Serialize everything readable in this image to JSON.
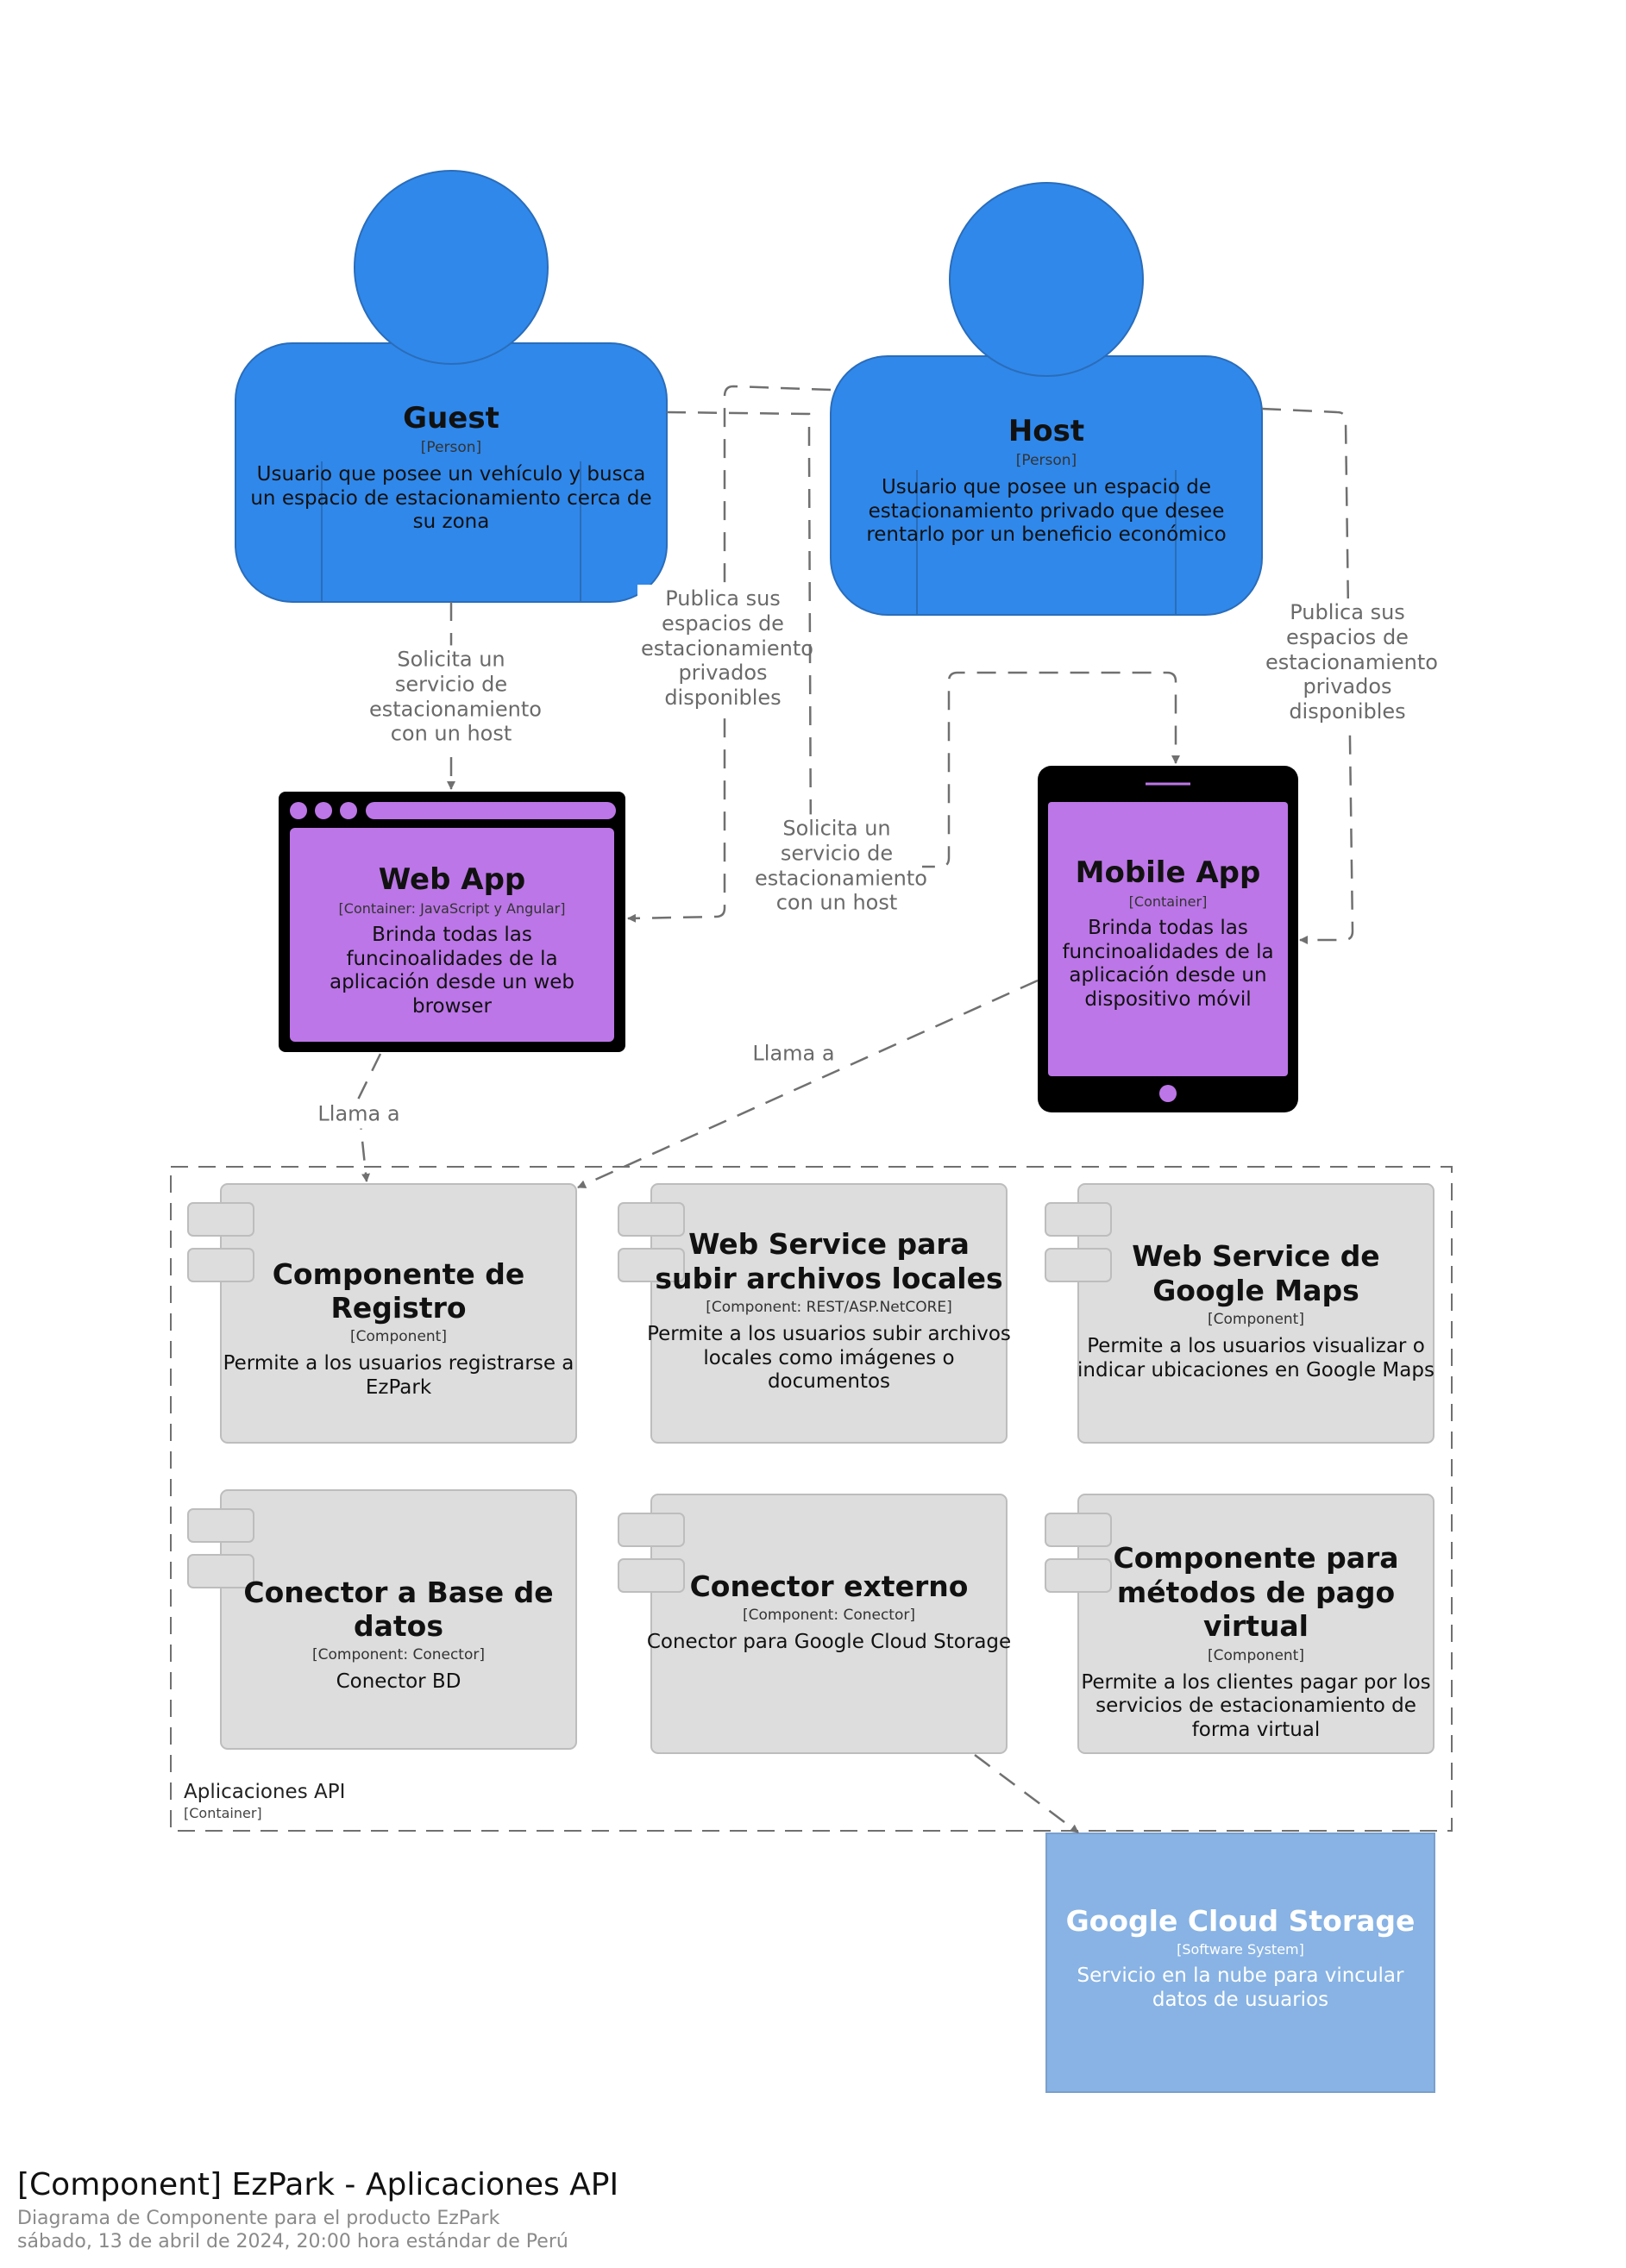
{
  "people": {
    "guest": {
      "name": "Guest",
      "type": "[Person]",
      "description": "Usuario que posee un vehículo y busca un espacio de estacionamiento cerca de su zona"
    },
    "host": {
      "name": "Host",
      "type": "[Person]",
      "description": "Usuario que posee un espacio de estacionamiento privado que desee rentarlo por un beneficio económico"
    }
  },
  "containers": {
    "web_app": {
      "name": "Web App",
      "type": "[Container: JavaScript y Angular]",
      "description": "Brinda todas las funcinoalidades de la aplicación desde un web browser"
    },
    "mobile_app": {
      "name": "Mobile App",
      "type": "[Container]",
      "description": "Brinda todas las funcinoalidades de la aplicación desde un dispositivo móvil"
    }
  },
  "boundary": {
    "name": "Aplicaciones API",
    "type": "[Container]"
  },
  "components": [
    {
      "name": "Componente de Registro",
      "type": "[Component]",
      "description": "Permite a los usuarios registrarse a EzPark"
    },
    {
      "name": "Web Service para subir archivos locales",
      "type": "[Component: REST/ASP.NetCORE]",
      "description": "Permite a los usuarios subir archivos locales como imágenes o documentos"
    },
    {
      "name": "Web Service de Google Maps",
      "type": "[Component]",
      "description": "Permite a los usuarios visualizar o indicar ubicaciones en Google Maps"
    },
    {
      "name": "Conector a Base de datos",
      "type": "[Component: Conector]",
      "description": "Conector BD"
    },
    {
      "name": "Conector externo",
      "type": "[Component: Conector]",
      "description": "Conector para Google Cloud Storage"
    },
    {
      "name": "Componente para métodos de pago virtual",
      "type": "[Component]",
      "description": "Permite a los clientes pagar por los servicios de estacionamiento de forma virtual"
    }
  ],
  "external": {
    "gcs": {
      "name": "Google Cloud Storage",
      "type": "[Software System]",
      "description": "Servicio en la nube para vincular datos de usuarios"
    }
  },
  "relationships": {
    "guest_web": "Solicita un servicio de estacionamiento con un host",
    "host_web": "Publica sus espacios de estacionamiento privados disponibles",
    "guest_mobile": "Solicita un servicio de estacionamiento con un host",
    "host_mobile": "Publica sus espacios de estacionamiento privados disponibles",
    "web_api": "Llama a",
    "mobile_api": "Llama a"
  },
  "footer": {
    "title": "[Component] EzPark - Aplicaciones API",
    "subtitle": "Diagrama de Componente para el producto EzPark",
    "date": "sábado, 13 de abril de 2024, 20:00 hora estándar de Perú"
  },
  "colors": {
    "person": "#3088ea",
    "container": "#bc76e7",
    "device": "#000000",
    "component": "#dddddd",
    "external_system": "#88b3e4",
    "arrow": "#707070"
  }
}
